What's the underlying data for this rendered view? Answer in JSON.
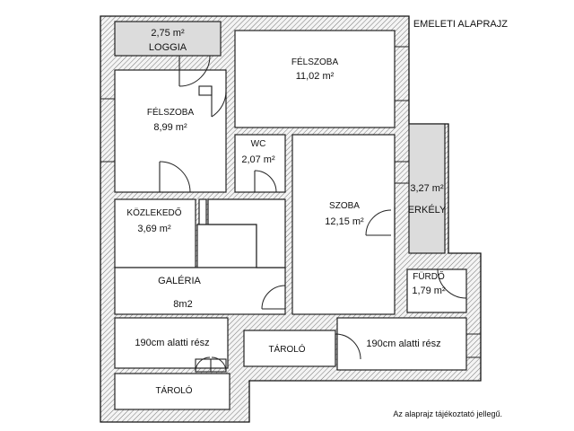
{
  "header": {
    "title": "EMELETI ALAPRAJZ"
  },
  "footer": {
    "note": "Az alaprajz tájékoztató jellegű."
  },
  "rooms": {
    "loggia": {
      "name": "LOGGIA",
      "area": "2,75 m²"
    },
    "felszoba_top": {
      "name": "FÉLSZOBA",
      "area": "11,02 m²"
    },
    "felszoba_left": {
      "name": "FÉLSZOBA",
      "area": "8,99 m²"
    },
    "wc": {
      "name": "WC",
      "area": "2,07 m²"
    },
    "szoba": {
      "name": "SZOBA",
      "area": "12,15 m²"
    },
    "erkely": {
      "name": "ERKÉLY",
      "area": "3,27 m²"
    },
    "kozlekedo": {
      "name": "KÖZLEKEDŐ",
      "area": "3,69 m²"
    },
    "galeria": {
      "name": "GALÉRIA",
      "area": "8m2"
    },
    "furdo": {
      "name": "FÜRDŐ",
      "area": "1,79 m²"
    },
    "low_left": {
      "name": "190cm alatti rész"
    },
    "low_right": {
      "name": "190cm alatti rész"
    },
    "tarolo_mid": {
      "name": "TÁROLÓ"
    },
    "tarolo_bottom": {
      "name": "TÁROLÓ"
    }
  }
}
